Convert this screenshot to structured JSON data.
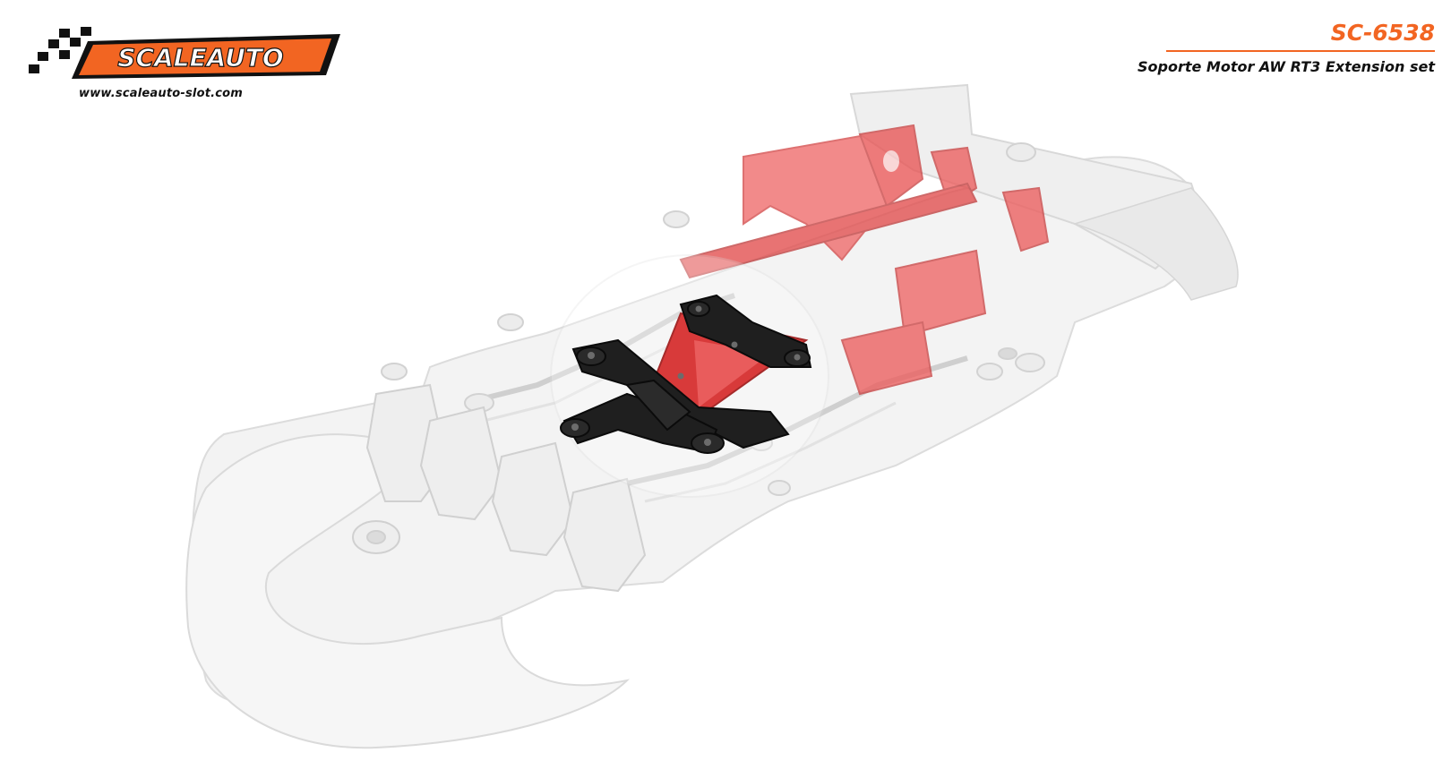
{
  "brand": {
    "logo_text": "SCALEAUTO",
    "website": "www.scaleauto-slot.com"
  },
  "product": {
    "code": "SC-6538",
    "name": "Soporte Motor AW RT3 Extension set"
  },
  "colors": {
    "accent": "#f26522",
    "chassis": "#f4f4f4",
    "motor_mount": "#ef5a5a",
    "extension_set": "#1c1c1c"
  }
}
